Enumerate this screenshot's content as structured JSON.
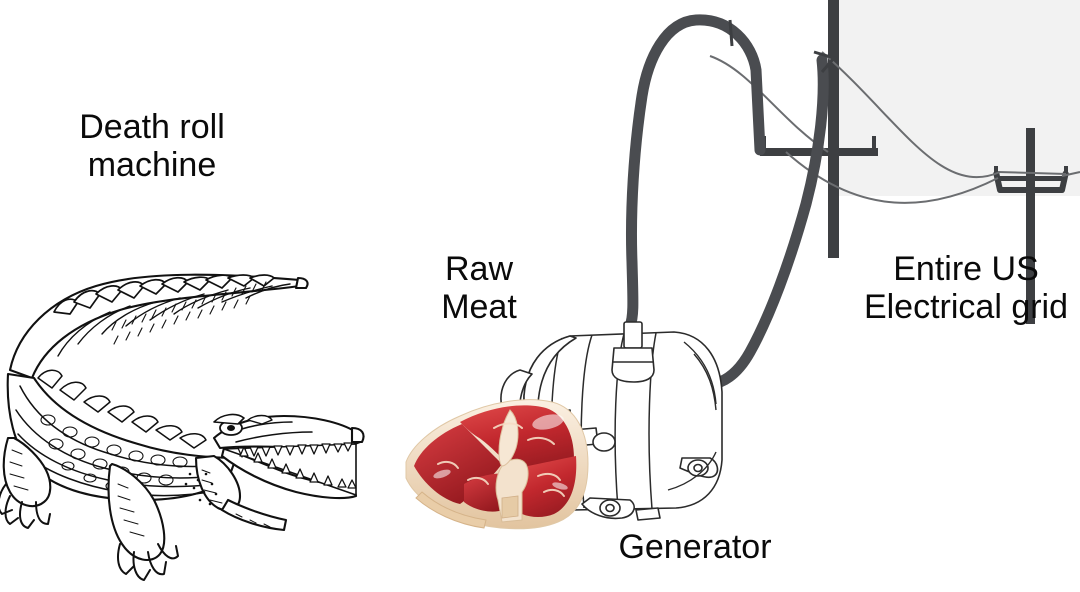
{
  "meme": {
    "title": "Death roll generator meme",
    "background_color": "#ffffff",
    "text_color": "#0a0a0a"
  },
  "labels": {
    "death_roll": "Death roll\nmachine",
    "raw_meat": "Raw\nMeat",
    "us_grid": "Entire US\nElectrical grid",
    "generator": "Generator"
  },
  "illustrations": {
    "crocodile": {
      "name": "crocodile-line-drawing",
      "description": "Black and white line art crocodile facing right with open jaws and curved raised tail",
      "stroke_color": "#111111",
      "fill_color": "#ffffff"
    },
    "steak": {
      "name": "raw-t-bone-steak",
      "description": "Raw T-bone steak, red muscle with cream fat and bone",
      "meat_color": "#c0272d",
      "meat_highlight": "#e35b5b",
      "fat_color": "#f3ddc6",
      "bone_color": "#efe0cc"
    },
    "generator": {
      "name": "alternator-generator-line-drawing",
      "description": "Automotive alternator / generator drawn as white outline art",
      "stroke_color": "#2b2b2b",
      "fill_color": "#ffffff"
    },
    "power_grid": {
      "name": "utility-poles-and-power-lines",
      "description": "Two utility poles with crossarms and drooping conductors, two thick cables running down to the generator",
      "pole_color": "#3d3f42",
      "cable_color": "#4a4c50",
      "wire_color": "#6b6d70",
      "backdrop_color": "#f2f2f2"
    }
  },
  "colors": {
    "accent_red": "#c0272d",
    "dark_gray": "#3d3f42",
    "light_gray_panel": "#f2f2f2"
  }
}
